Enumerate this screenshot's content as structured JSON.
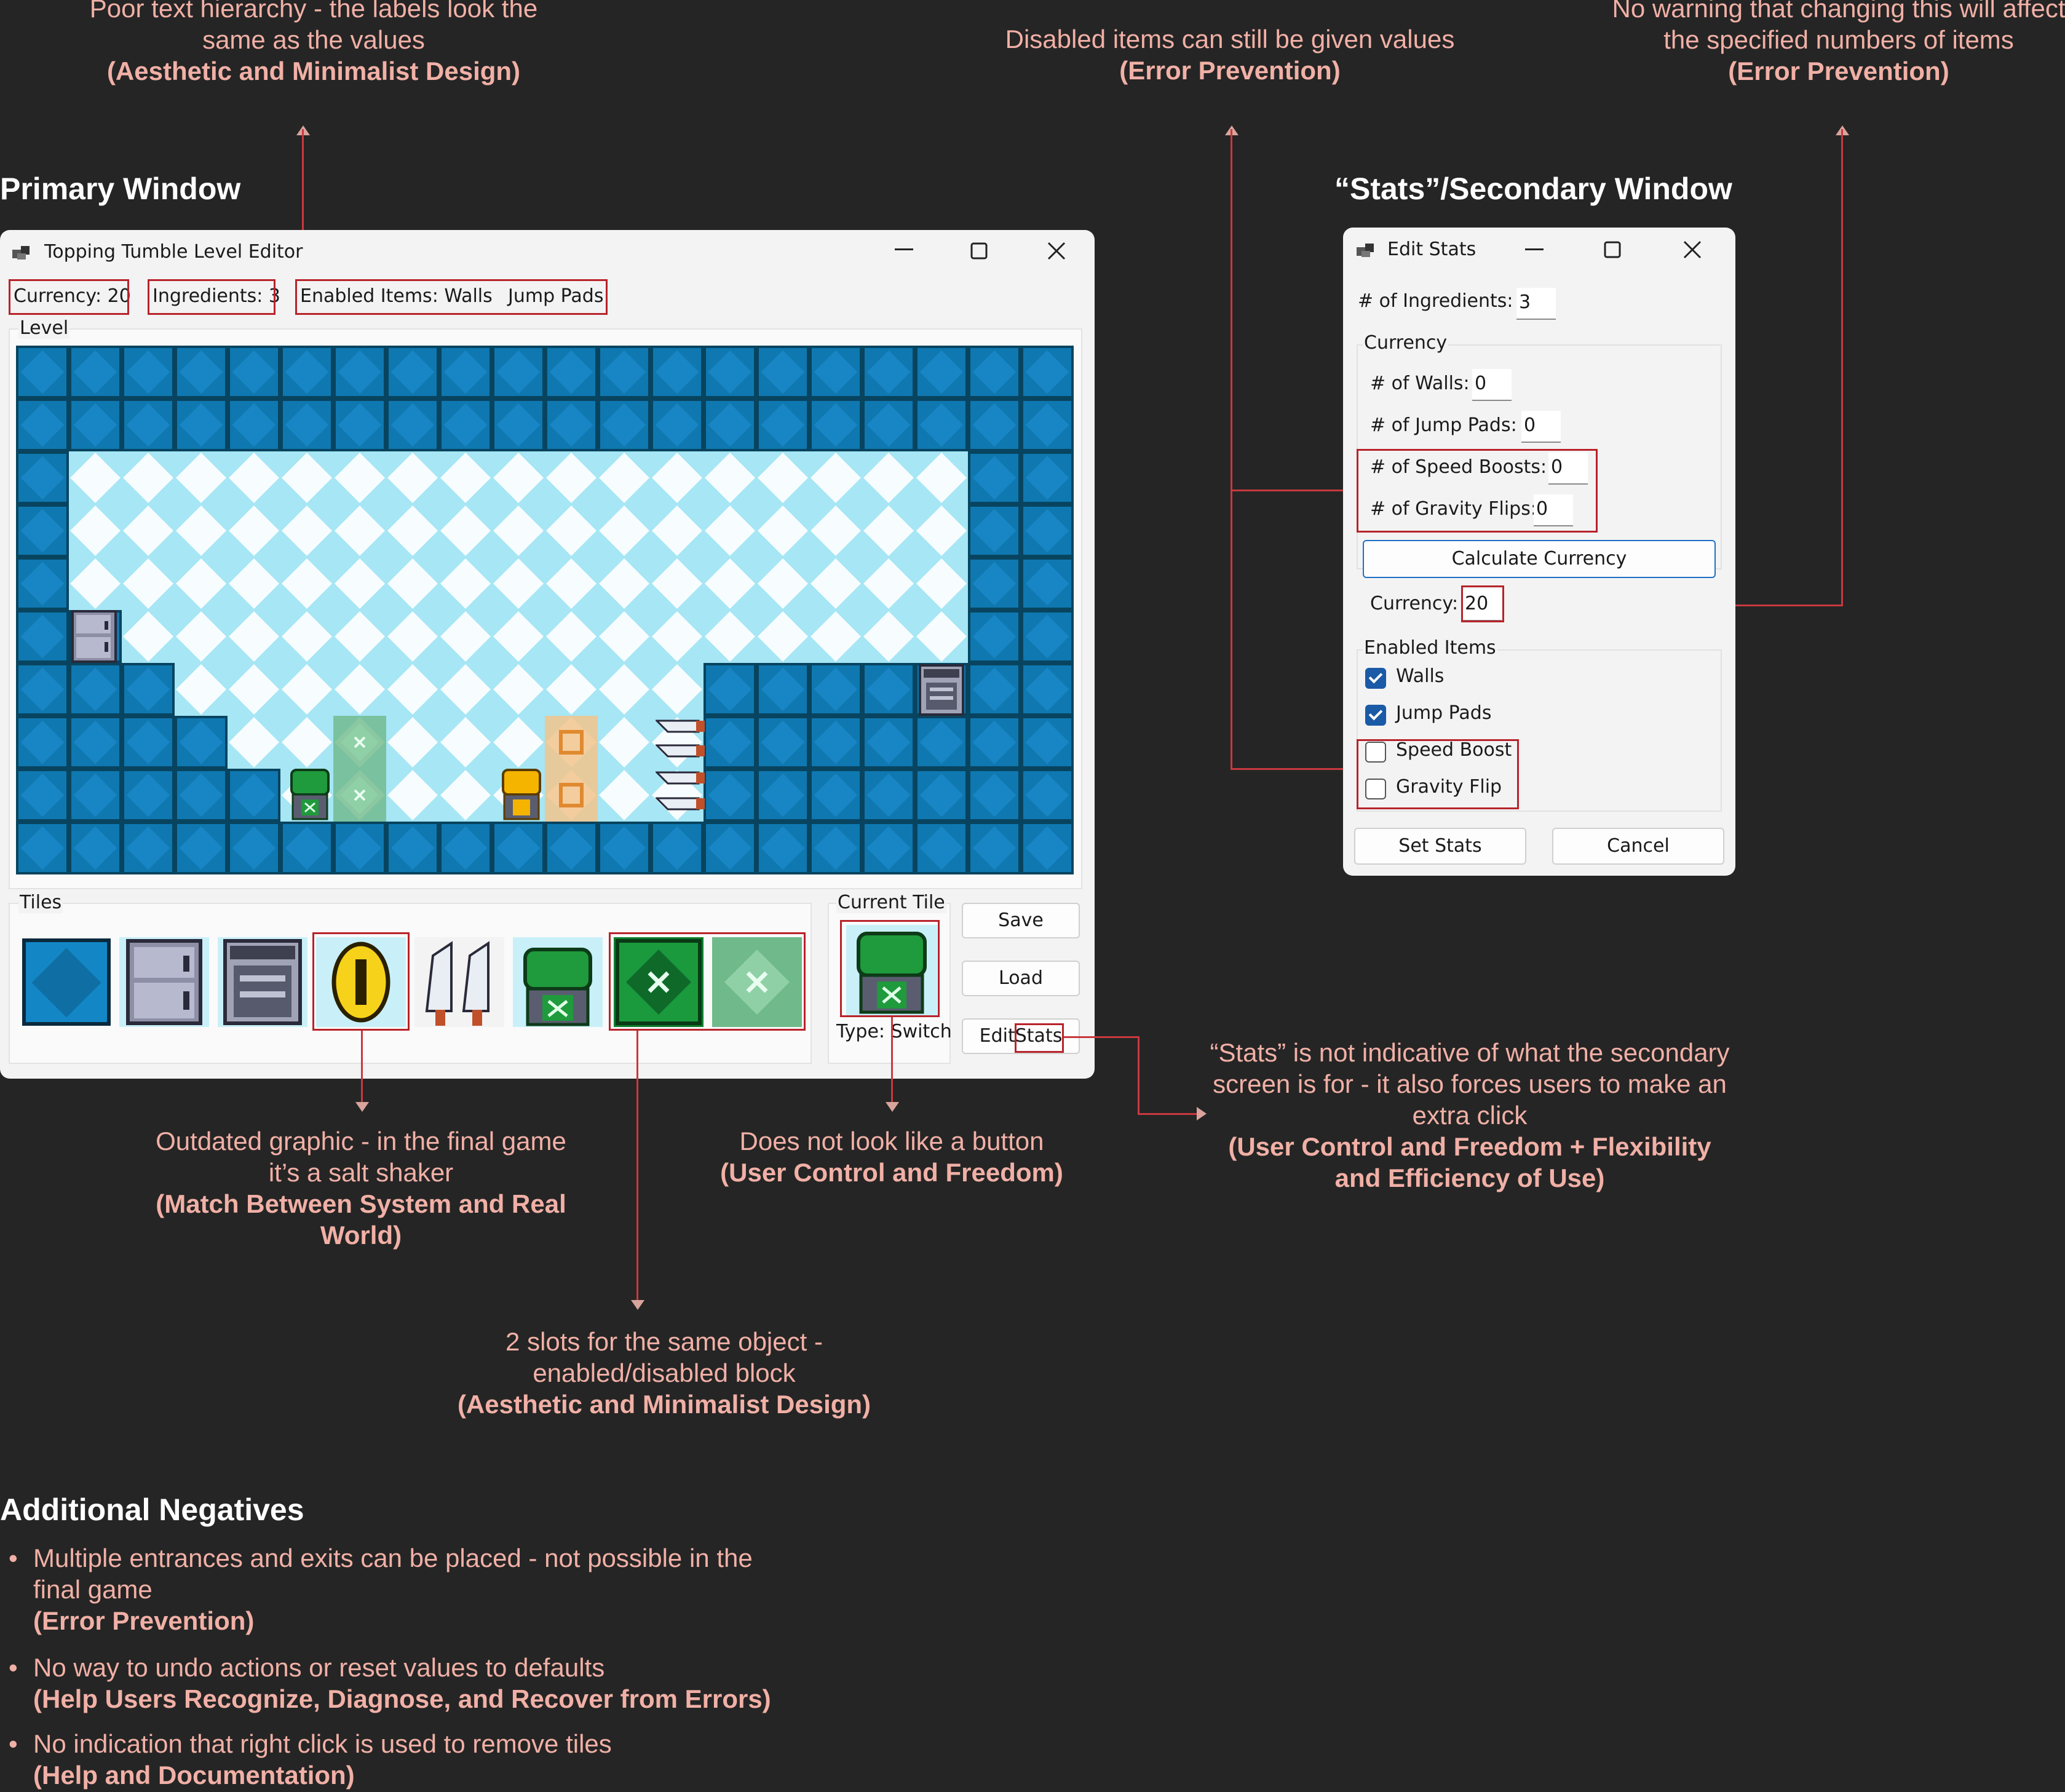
{
  "annotations": {
    "text_hierarchy": {
      "text": "Poor text hierarchy - the labels look the same as the values",
      "principle": "(Aesthetic and Minimalist Design)"
    },
    "disabled_values": {
      "text": "Disabled items can still be given values",
      "principle": "(Error Prevention)"
    },
    "no_warning": {
      "text": "No warning that changing this will affect the specified numbers of items",
      "principle": "(Error Prevention)"
    },
    "outdated_graphic": {
      "text": "Outdated graphic - in the final game it’s a salt shaker",
      "principle": "(Match Between System and Real World)"
    },
    "not_button": {
      "text": "Does not look like a button",
      "principle": "(User Control and Freedom)"
    },
    "stats_label": {
      "text": "“Stats” is not indicative of what the secondary screen is for - it also forces users to make an extra click",
      "principle": "(User Control and Freedom + Flexibility and Efficiency of Use)"
    },
    "two_slots": {
      "text": "2 slots for the same object - enabled/disabled block",
      "principle": "(Aesthetic and Minimalist Design)"
    }
  },
  "headings": {
    "primary": "Primary Window",
    "secondary": "“Stats”/Secondary Window",
    "additional": "Additional Negatives"
  },
  "additional_negatives": [
    {
      "text": "Multiple entrances and exits can be placed - not possible in the final game",
      "principle": "(Error Prevention)"
    },
    {
      "text": "No way to undo actions or reset values to defaults",
      "principle": "(Help Users Recognize, Diagnose, and Recover from Errors)"
    },
    {
      "text": "No indication that right click is used to remove tiles",
      "principle": "(Help and Documentation)"
    }
  ],
  "primary_window": {
    "title": "Topping Tumble Level Editor",
    "status": {
      "currency": "Currency: 20",
      "ingredients": "Ingredients: 3",
      "enabled_items": "Enabled Items: Walls",
      "enabled_items_2": "Jump Pads"
    },
    "level_label": "Level",
    "tiles_label": "Tiles",
    "current_tile_label": "Current Tile",
    "current_tile_type": "Type: Switch",
    "buttons": {
      "save": "Save",
      "load": "Load",
      "edit": "Edit",
      "stats": "Stats"
    },
    "tile_palette": [
      "wall-tile",
      "fridge-entrance",
      "oven-exit",
      "coin",
      "knife-spikes",
      "switch",
      "block-enabled",
      "block-disabled"
    ]
  },
  "stats_window": {
    "title": "Edit Stats",
    "ingredients_label": "# of Ingredients:",
    "ingredients_value": "3",
    "currency_group": "Currency",
    "walls_label": "# of Walls:",
    "walls_value": "0",
    "jumppads_label": "# of Jump Pads:",
    "jumppads_value": "0",
    "speedboosts_label": "# of Speed Boosts:",
    "speedboosts_value": "0",
    "gravityflips_label": "# of Gravity Flips:",
    "gravityflips_value": "0",
    "calc_button": "Calculate Currency",
    "currency_label": "Currency:",
    "currency_value": "20",
    "enabled_group": "Enabled Items",
    "items": [
      {
        "label": "Walls",
        "checked": true
      },
      {
        "label": "Jump Pads",
        "checked": true
      },
      {
        "label": "Speed Boost",
        "checked": false
      },
      {
        "label": "Gravity Flip",
        "checked": false
      }
    ],
    "set_button": "Set Stats",
    "cancel_button": "Cancel"
  },
  "colors": {
    "annotation": "#f1b0a6",
    "marker": "#b8232b",
    "background": "#252525",
    "tile": "#0f78b0"
  },
  "icons": {
    "window": "app-window-icon",
    "minimize": "minimize-icon",
    "maximize": "maximize-icon",
    "close": "close-icon"
  }
}
